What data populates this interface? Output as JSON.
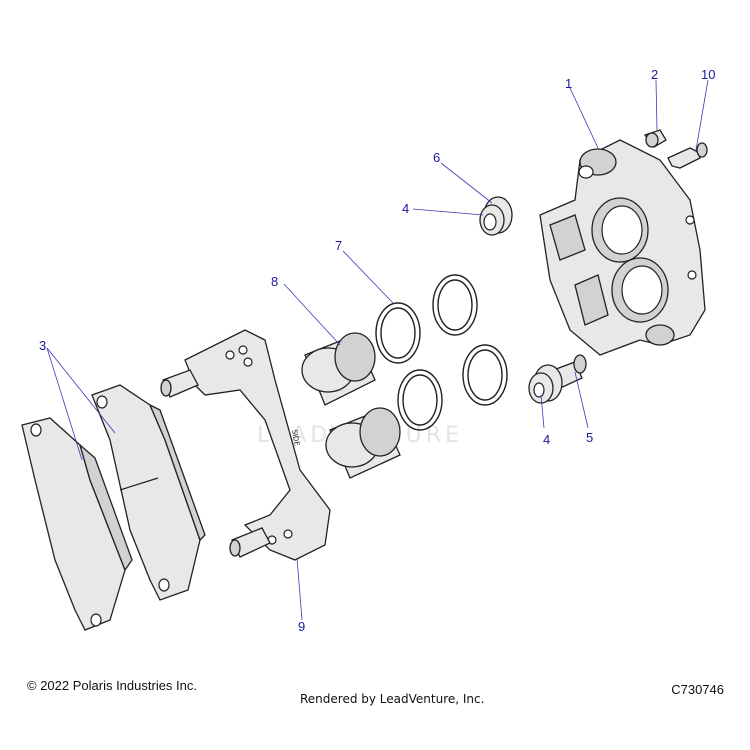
{
  "diagram": {
    "callouts": [
      {
        "id": "1",
        "label": "1"
      },
      {
        "id": "2",
        "label": "2"
      },
      {
        "id": "10",
        "label": "10"
      },
      {
        "id": "6",
        "label": "6"
      },
      {
        "id": "4a",
        "label": "4"
      },
      {
        "id": "7",
        "label": "7"
      },
      {
        "id": "8",
        "label": "8"
      },
      {
        "id": "3",
        "label": "3"
      },
      {
        "id": "4b",
        "label": "4"
      },
      {
        "id": "5",
        "label": "5"
      },
      {
        "id": "9",
        "label": "9"
      }
    ],
    "bracket_stamp": "SIDE",
    "watermark": "LEADVENTURE"
  },
  "footer": {
    "copyright": "© 2022 Polaris Industries Inc.",
    "rendered_by": "Rendered by LeadVenture, Inc.",
    "diagram_code": "C730746"
  },
  "colors": {
    "callout": "#1a1aa0",
    "part_fill": "#e8e8e8",
    "outline": "#222222"
  }
}
